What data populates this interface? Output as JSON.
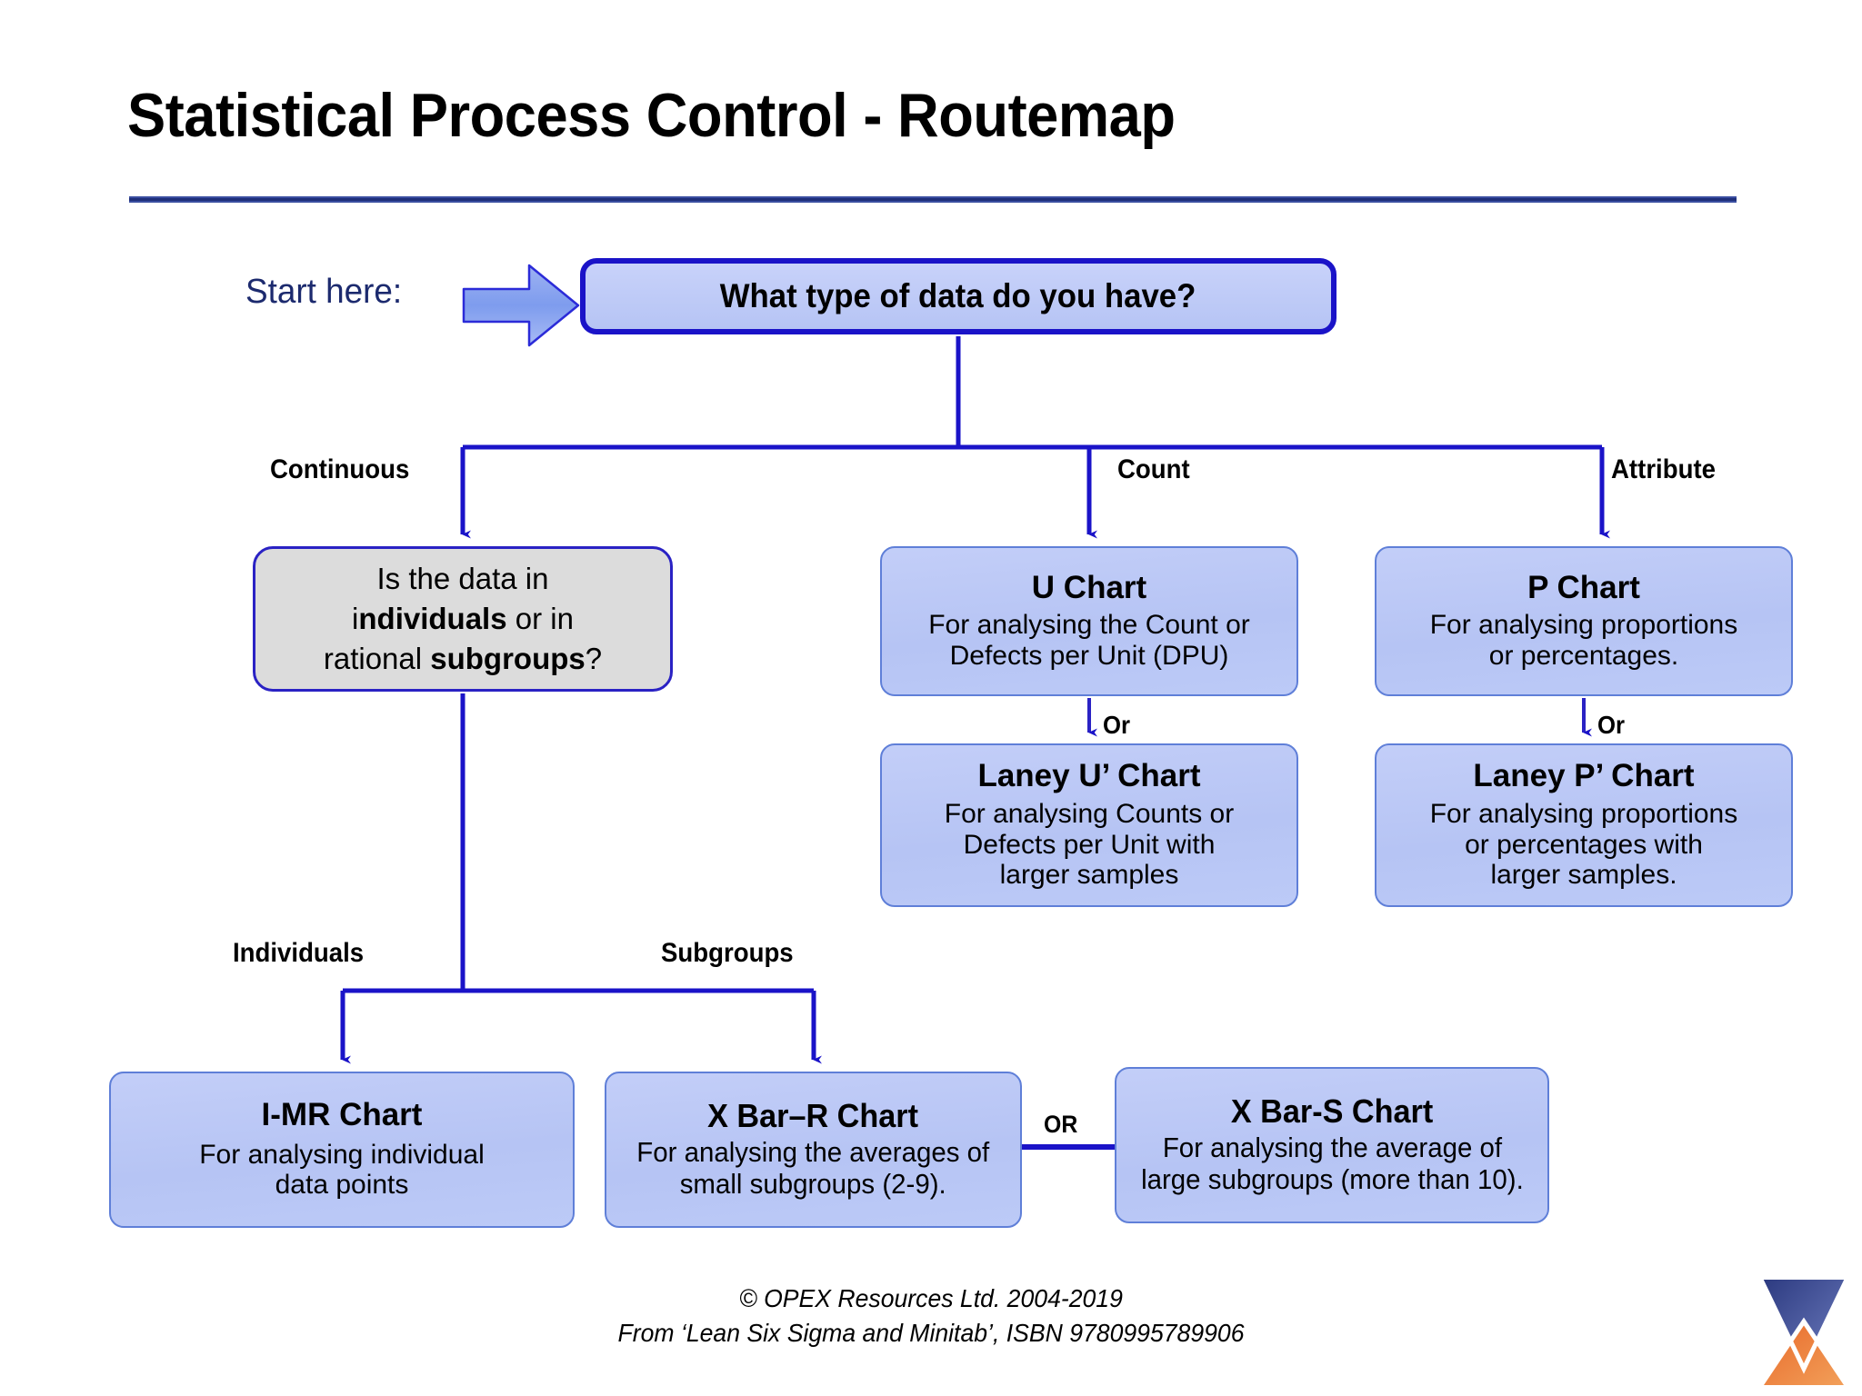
{
  "page": {
    "title": "Statistical Process Control - Routemap",
    "start_label": "Start here:"
  },
  "colors": {
    "accent_navy": "#1f2f7a",
    "connector_blue": "#1a13c8",
    "node_fill": "#bcc9f6",
    "node_border": "#5f7fd8",
    "decision_fill": "#dcdcdc",
    "logo_blue": "#3b4a8f",
    "logo_orange": "#e8762c"
  },
  "nodes": {
    "root": {
      "title": "What type of data do you have?"
    },
    "decision": {
      "line1_a": "Is the data in",
      "line2_a": "i",
      "line2_b": "ndividuals",
      "line2_c": " or in",
      "line3_a": "rational ",
      "line3_b": "subgroups",
      "line3_c": "?"
    },
    "u_chart": {
      "title": "U Chart",
      "desc_line1": "For analysing the Count or",
      "desc_line2": "Defects per Unit (DPU)"
    },
    "laney_u_chart": {
      "title": "Laney U’ Chart",
      "desc_line1": "For analysing Counts or",
      "desc_line2": "Defects per Unit with",
      "desc_line3": "larger samples"
    },
    "p_chart": {
      "title": "P Chart",
      "desc_line1": "For analysing proportions",
      "desc_line2": "or percentages."
    },
    "laney_p_chart": {
      "title": "Laney P’ Chart",
      "desc_line1": "For analysing proportions",
      "desc_line2": "or percentages with",
      "desc_line3": "larger samples."
    },
    "imr_chart": {
      "title": "I-MR Chart",
      "desc_line1": "For analysing individual",
      "desc_line2": "data points"
    },
    "xbar_r_chart": {
      "title": "X Bar–R Chart",
      "desc_line1": "For analysing the averages of",
      "desc_line2": "small subgroups (2-9)."
    },
    "xbar_s_chart": {
      "title": "X Bar-S Chart",
      "desc_line1": "For analysing the average of",
      "desc_line2": "large subgroups (more than 10)."
    }
  },
  "edge_labels": {
    "continuous": "Continuous",
    "count": "Count",
    "attribute": "Attribute",
    "or_u": "Or",
    "or_p": "Or",
    "individuals": "Individuals",
    "subgroups": "Subgroups",
    "or_bottom": "OR"
  },
  "footer": {
    "line1": "© OPEX Resources Ltd. 2004-2019",
    "line2": "From ‘Lean Six Sigma and Minitab’, ISBN 9780995789906"
  }
}
